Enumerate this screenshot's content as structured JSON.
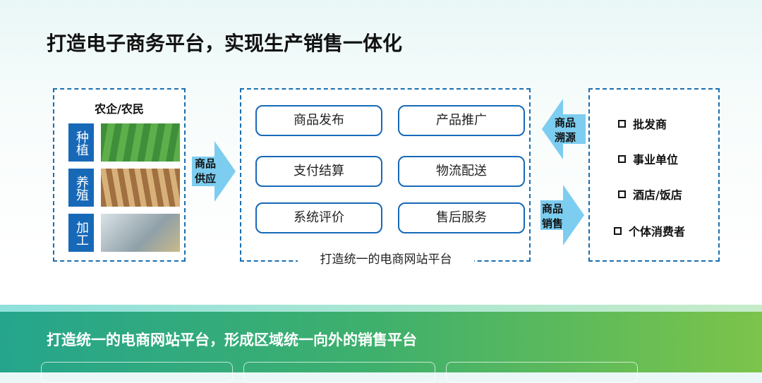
{
  "title": "打造电子商务平台，实现生产销售一体化",
  "producers": {
    "heading": "农企/农民",
    "rows": [
      {
        "label": "种植",
        "image": "greenhouse-photo"
      },
      {
        "label": "养殖",
        "image": "farming-photo"
      },
      {
        "label": "加工",
        "image": "processing-photo"
      }
    ]
  },
  "supply_arrow": "商品供应",
  "platform": {
    "services": [
      "商品发布",
      "产品推广",
      "支付结算",
      "物流配送",
      "系统评价",
      "售后服务"
    ],
    "label": "打造统一的电商网站平台"
  },
  "trace_arrow": "商品溯源",
  "sales_arrow": "商品销售",
  "customers": [
    "批发商",
    "事业单位",
    "酒店/饭店",
    "个体消费者"
  ],
  "banner": {
    "title": "打造统一的电商网站平台，形成区域统一向外的销售平台"
  },
  "colors": {
    "accent": "#1769b8",
    "arrow": "#7ccdf0"
  }
}
